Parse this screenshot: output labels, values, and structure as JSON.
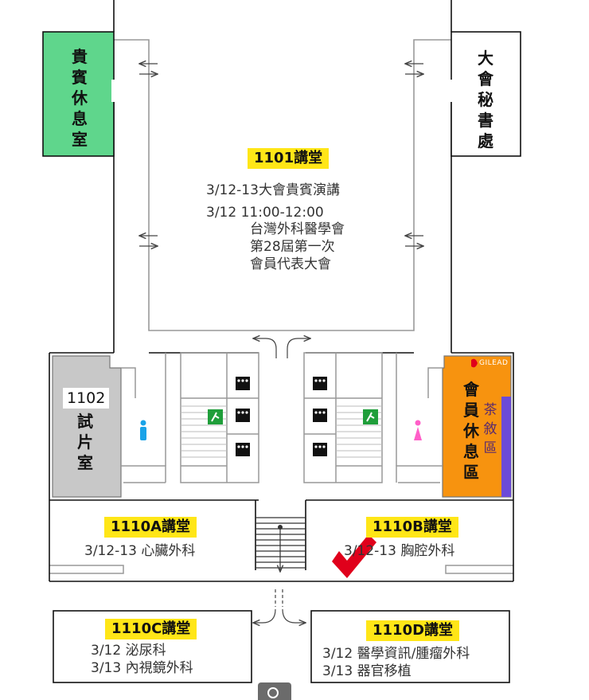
{
  "rooms": {
    "vip_lounge": "貴賓休息室",
    "secretariat": "大會秘書處",
    "hall_1101": {
      "title": "1101講堂",
      "line1": "3/12-13大會貴賓演講",
      "line2": "3/12  11:00-12:00",
      "line3": "台灣外科醫學會",
      "line4": "第28屆第一次",
      "line5": "會員代表大會"
    },
    "screening_room": {
      "number": "1102",
      "name": "試片室"
    },
    "member_lounge": {
      "name": "會員休息區",
      "tea": "茶敘區",
      "sponsor": "GILEAD"
    },
    "hall_1110a": {
      "title": "1110A講堂",
      "line1": "3/12-13  心臟外科"
    },
    "hall_1110b": {
      "title": "1110B講堂",
      "line1": "3/12-13  胸腔外科"
    },
    "hall_1110c": {
      "title": "1110C講堂",
      "line1": "3/12  泌尿科",
      "line2": "3/13  內視鏡外科"
    },
    "hall_1110d": {
      "title": "1110D講堂",
      "line1": "3/12  醫學資訊/腫瘤外科",
      "line2": "3/13  器官移植"
    }
  },
  "colors": {
    "vip_green": "#5fd68c",
    "lounge_orange": "#f7930f",
    "screening_gray": "#c8c8c8",
    "highlight_yellow": "#ffe617",
    "checkmark_red": "#e0001b",
    "male_blue": "#1aa3e8",
    "female_pink": "#ff5fc8",
    "exit_green": "#1f9e3a"
  },
  "icons": [
    "elevator-icon",
    "emergency-exit-icon",
    "male-restroom-icon",
    "female-restroom-icon",
    "checkmark-icon",
    "zoom-icon"
  ]
}
